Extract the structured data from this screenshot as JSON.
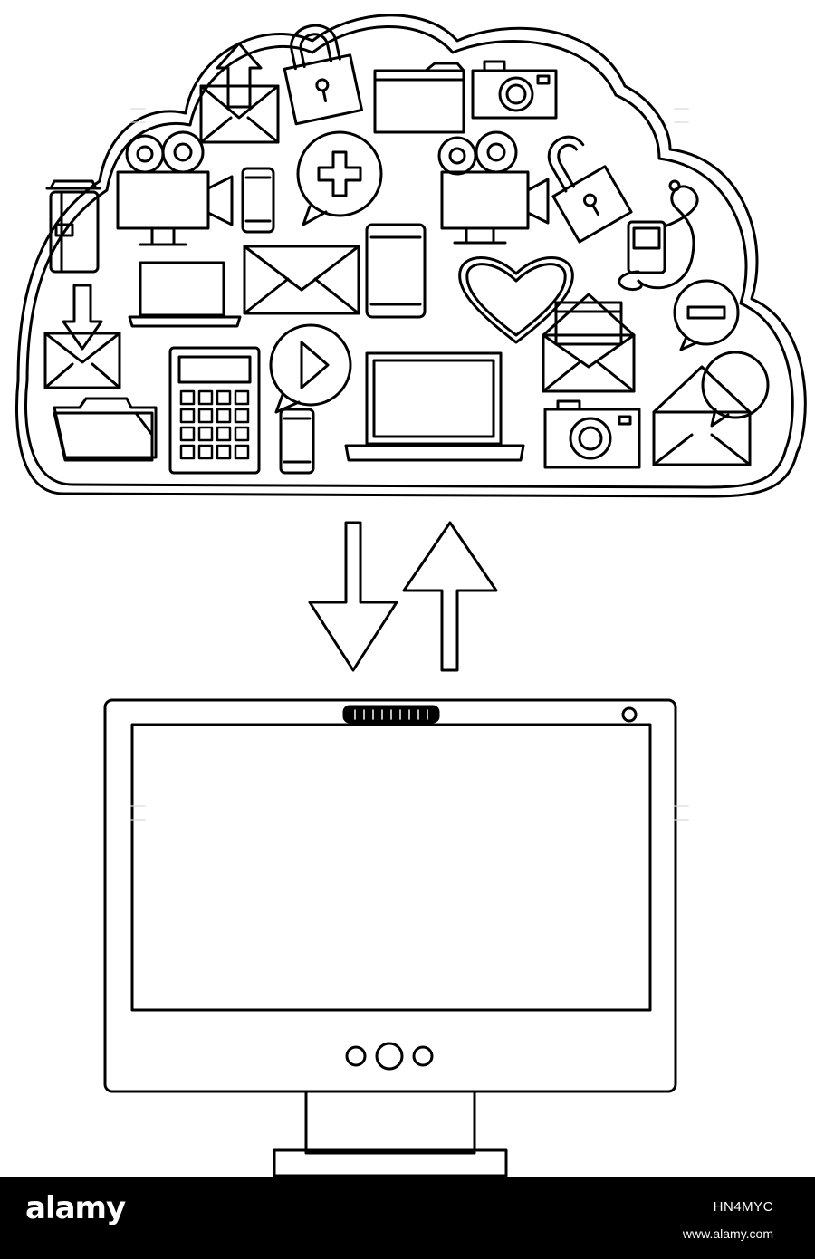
{
  "footer": {
    "logo": "alamy",
    "image_code": "HN4MYC",
    "url": "www.alamy.com"
  },
  "colors": {
    "stroke": "#000000",
    "background": "#ffffff",
    "footer_bg": "#000000",
    "footer_text": "#ffffff"
  },
  "icons": [
    "cloud-icon",
    "email-upload-icon",
    "padlock-closed-icon",
    "folder-icon",
    "camera-icon",
    "video-camera-icon",
    "smartphone-icon",
    "add-bubble-icon",
    "padlock-open-icon",
    "mp3-player-icon",
    "trash-bin-icon",
    "laptop-icon",
    "envelope-icon",
    "tablet-icon",
    "heart-icon",
    "open-mail-icon",
    "minus-bubble-icon",
    "email-download-icon",
    "calculator-icon",
    "play-bubble-icon",
    "chat-bubble-icon",
    "download-arrow-icon",
    "upload-arrow-icon",
    "monitor-icon"
  ]
}
